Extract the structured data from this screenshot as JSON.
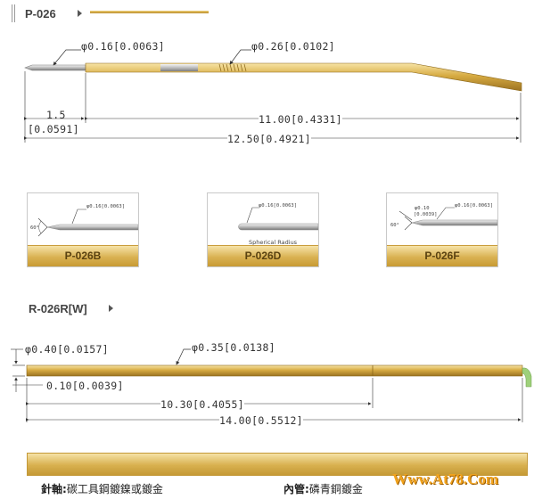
{
  "section1": {
    "title": "P-026",
    "dims": {
      "tip_dia": "φ0.16[0.0063]",
      "body_dia": "φ0.26[0.0102]",
      "tip_len_a": "1.5",
      "tip_len_b": "[0.0591]",
      "body_len": "11.00[0.4331]",
      "total_len": "12.50[0.4921]"
    }
  },
  "tips": [
    {
      "label": "P-026B",
      "dia": "φ0.16[0.0063]",
      "angle": "60°"
    },
    {
      "label": "P-026D",
      "dia": "φ0.16[0.0063]",
      "note": "Spherical Radius"
    },
    {
      "label": "P-026F",
      "dia": "φ0.16[0.0063]",
      "dia2": "φ0.10",
      "dia2b": "[0.0039]",
      "angle": "60°"
    }
  ],
  "section2": {
    "title": "R-026R[W]",
    "dims": {
      "outer_dia": "φ0.40[0.0157]",
      "body_dia": "φ0.35[0.0138]",
      "wall": "0.10[0.0039]",
      "len_a": "10.30[0.4055]",
      "total_len": "14.00[0.5512]"
    }
  },
  "footer": {
    "spec_a_label": "針軸:",
    "spec_a_value": "碳工具鋼鍍鎳或鍍金",
    "spec_b_label": "內管:",
    "spec_b_value": "磷青銅鍍金",
    "watermark": "Www.At78.Com"
  },
  "colors": {
    "gold": "#d6aa3f",
    "silver": "#c8c8c8",
    "green": "#9ed07a"
  }
}
